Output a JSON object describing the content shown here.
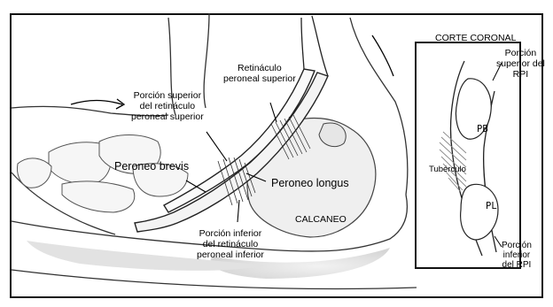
{
  "labels": {
    "retinaculo_sup": "Retináculo\nperoneal superior",
    "porcion_sup": "Porción superior\ndel retináculo\nperoneal superior",
    "peroneo_brevis": "Peroneo brevis",
    "peroneo_longus": "Peroneo longus",
    "calcaneo": "CALCANEO",
    "porcion_inf": "Porción inferior\ndel retináculo\nperoneal inferior"
  },
  "inset": {
    "title": "CORTE CORONAL",
    "porcion_sup_rpi": "Porción\nsuperior del\nRPI",
    "pb": "PB",
    "pl": "PL",
    "tuberculo": "Tubérculo",
    "porcion_inf_rpi": "Porción\ninferior\ndel RPI"
  }
}
